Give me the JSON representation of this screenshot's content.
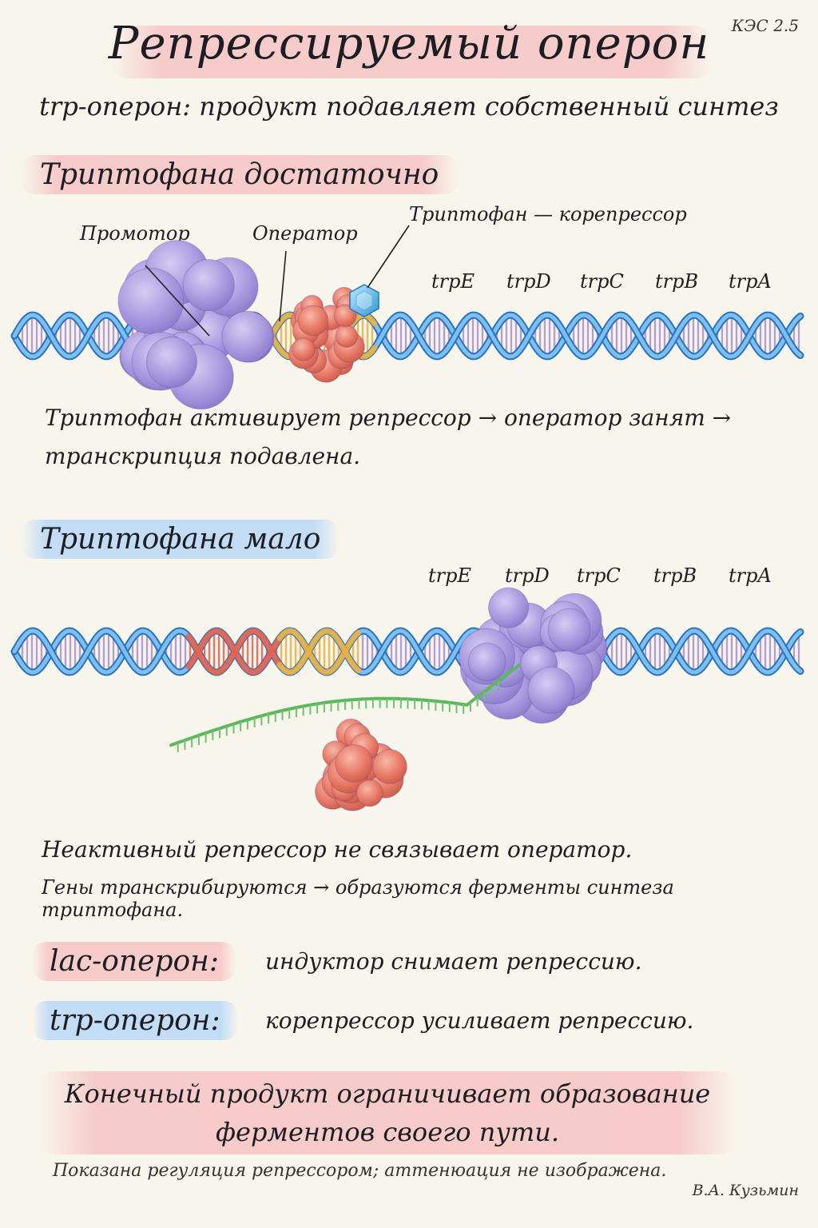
{
  "header": {
    "title": "Репрессируемый оперон",
    "code": "КЭС 2.5",
    "subtitle": "trp-оперон: продукт подавляет собственный синтез"
  },
  "section_high": {
    "heading": "Триптофана достаточно",
    "labels": {
      "promoter": "Промотор",
      "operator": "Оператор",
      "corepressor": "Триптофан — корепрессор"
    },
    "genes": [
      "trpE",
      "trpD",
      "trpC",
      "trpB",
      "trpA"
    ],
    "text_line1": "Триптофан активирует репрессор → оператор занят →",
    "text_line2": "транскрипция подавлена."
  },
  "section_low": {
    "heading": "Триптофана мало",
    "genes": [
      "trpE",
      "trpD",
      "trpC",
      "trpB",
      "trpA"
    ],
    "text_line1": "Неактивный репрессор не связывает оператор.",
    "text_line2": "Гены транскрибируются → образуются ферменты синтеза триптофана."
  },
  "comparison": [
    {
      "key": "lac-оперон:",
      "value": "индуктор снимает репрессию."
    },
    {
      "key": "trp-оперон:",
      "value": "корепрессор усиливает репрессию."
    }
  ],
  "summary": {
    "line1": "Конечный продукт ограничивает образование",
    "line2": "ферментов своего пути."
  },
  "footnote": "Показана регуляция репрессором; аттенюация не изображена.",
  "author": "В.А. Кузьмин",
  "colors": {
    "dna_blue": "#3d8fd8",
    "promoter_red": "#e8604a",
    "operator_yellow": "#eab040",
    "gene_purple": "#a78fd8",
    "polymerase": "#a99be0",
    "repressor": "#e87a68",
    "tryptophan": "#4fb3e8",
    "mrna_green": "#5cb85c"
  }
}
